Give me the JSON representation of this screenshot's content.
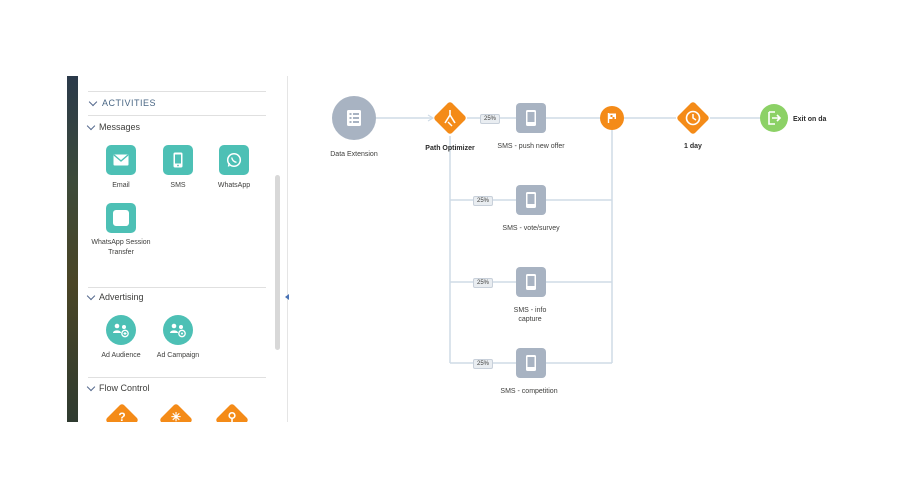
{
  "palette": {
    "activities": {
      "title": "ACTIVITIES",
      "sections": {
        "messages": {
          "label": "Messages",
          "items": [
            {
              "label": "Email",
              "icon": "email-icon"
            },
            {
              "label": "SMS",
              "icon": "phone-icon"
            },
            {
              "label": "WhatsApp",
              "icon": "whatsapp-icon"
            },
            {
              "label": "WhatsApp Session Transfer",
              "icon": "session-transfer-icon"
            }
          ]
        },
        "advertising": {
          "label": "Advertising",
          "items": [
            {
              "label": "Ad Audience",
              "icon": "ad-audience-icon"
            },
            {
              "label": "Ad Campaign",
              "icon": "ad-campaign-icon"
            }
          ]
        },
        "flow_control": {
          "label": "Flow Control",
          "items": [
            {
              "icon": "decision-split-icon"
            },
            {
              "icon": "random-split-icon"
            },
            {
              "icon": "engagement-split-icon"
            }
          ]
        }
      }
    }
  },
  "canvas": {
    "entry": {
      "label": "Data Extension",
      "icon": "data-extension-icon"
    },
    "path_optimizer": {
      "label": "Path Optimizer",
      "icon": "path-optimizer-icon"
    },
    "paths": [
      {
        "percent": "25%",
        "label": "SMS - push new offer"
      },
      {
        "percent": "25%",
        "label": "SMS - vote/survey"
      },
      {
        "percent": "25%",
        "label": "SMS - info capture"
      },
      {
        "percent": "25%",
        "label": "SMS - competition"
      }
    ],
    "join": {
      "icon": "flag-icon"
    },
    "wait": {
      "label": "1 day",
      "icon": "clock-icon"
    },
    "exit": {
      "label": "Exit on da",
      "icon": "exit-icon"
    }
  },
  "colors": {
    "teal": "#4dc0b5",
    "orange": "#f48b18",
    "green": "#8cd166",
    "node_gray": "#a8b3c2",
    "entry_gray": "#a8b3c2",
    "line": "#cfdbe6"
  }
}
